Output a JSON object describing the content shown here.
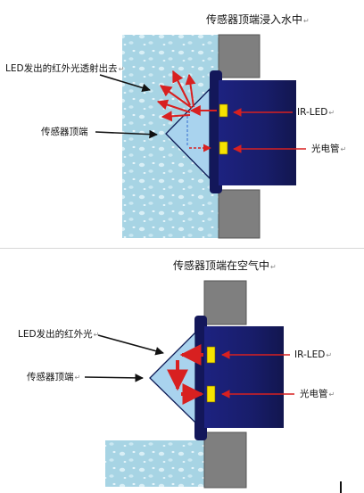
{
  "top_panel": {
    "title": "传感器顶端浸入水中",
    "led_light_label": "LED发出的红外光透射出去",
    "tip_label": "传感器顶端",
    "ir_led_label": "IR-LED",
    "photo_label": "光电管"
  },
  "bottom_panel": {
    "title": "传感器顶端在空气中",
    "led_light_label": "LED发出的红外光",
    "tip_label": "传感器顶端",
    "ir_led_label": "IR-LED",
    "photo_label": "光电管"
  },
  "return_mark": "↵",
  "colors": {
    "water": "#a7d4e4",
    "water_bubble": "#d9eff6",
    "wall": "#7f7f7f",
    "sensor_body": "#1a1f6e",
    "prism": "#a9d3ee",
    "component": "#f7e200",
    "arrow": "#d82020"
  }
}
